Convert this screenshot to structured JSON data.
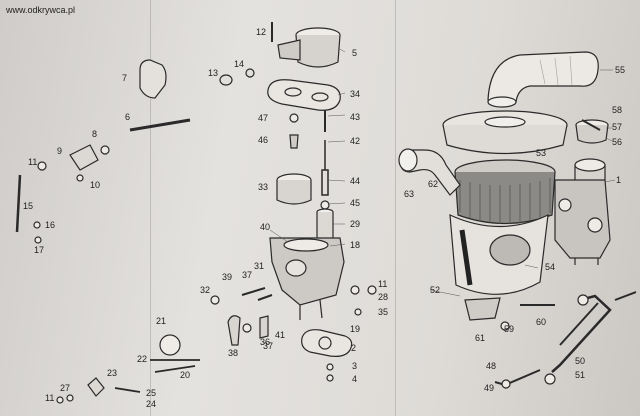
{
  "watermark": "www.odkrywca.pl",
  "labels": {
    "p1": "1",
    "p2": "2",
    "p3": "3",
    "p4": "4",
    "p5": "5",
    "p6": "6",
    "p7": "7",
    "p8": "8",
    "p9": "9",
    "p10": "10",
    "p11a": "11",
    "p11b": "11",
    "p11c": "11",
    "p12": "12",
    "p13": "13",
    "p14": "14",
    "p15": "15",
    "p16": "16",
    "p17": "17",
    "p18": "18",
    "p19": "19",
    "p20": "20",
    "p21": "21",
    "p22": "22",
    "p23": "23",
    "p24": "24",
    "p25": "25",
    "p27": "27",
    "p28": "28",
    "p29": "29",
    "p31": "31",
    "p32": "32",
    "p33": "33",
    "p34": "34",
    "p35": "35",
    "p36": "36",
    "p37": "37",
    "p38": "38",
    "p39": "39",
    "p40": "40",
    "p41": "41",
    "p42": "42",
    "p43": "43",
    "p44": "44",
    "p45": "45",
    "p46": "46",
    "p47": "47",
    "p48": "48",
    "p49": "49",
    "p50": "50",
    "p51": "51",
    "p52": "52",
    "p53": "53",
    "p54": "54",
    "p55": "55",
    "p56": "56",
    "p57": "57",
    "p58": "58",
    "p59": "59",
    "p60": "60",
    "p61": "61",
    "p62": "62",
    "p63": "63"
  },
  "colors": {
    "ink": "#2a2a2a",
    "paper": "#dcd9d6",
    "shade": "#8a8886"
  }
}
